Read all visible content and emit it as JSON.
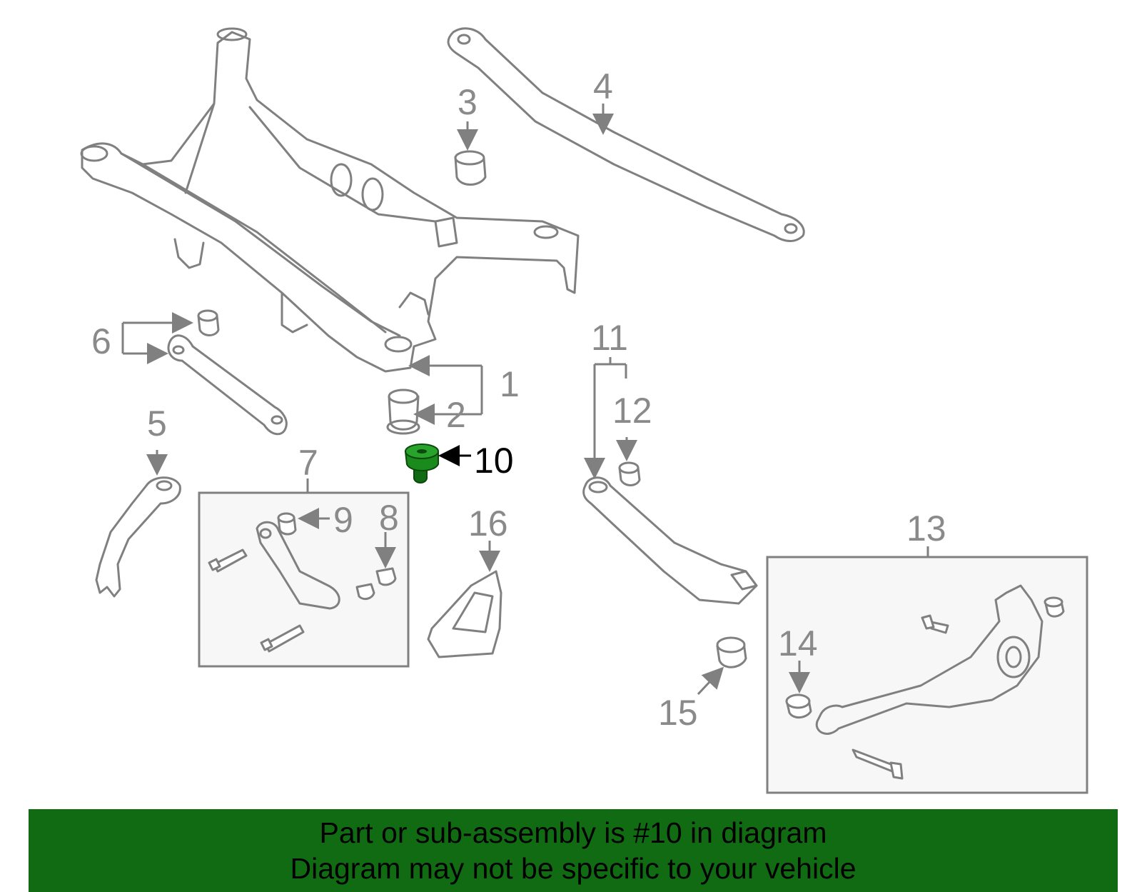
{
  "callouts": {
    "c1": "1",
    "c2": "2",
    "c3": "3",
    "c4": "4",
    "c5": "5",
    "c6": "6",
    "c7": "7",
    "c8": "8",
    "c9": "9",
    "c10": "10",
    "c11": "11",
    "c12": "12",
    "c13": "13",
    "c14": "14",
    "c15": "15",
    "c16": "16"
  },
  "highlight": {
    "part_number": "10",
    "color": "#116b12"
  },
  "colors": {
    "line": "#808080",
    "label": "#8a8a8a",
    "banner": "#116b12"
  },
  "footer": {
    "line1": "Part or sub-assembly is #10 in diagram",
    "line2": "Diagram may not be specific to your vehicle"
  }
}
